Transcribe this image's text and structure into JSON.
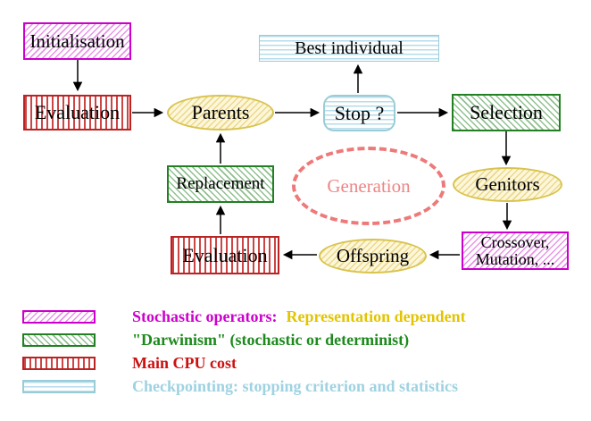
{
  "diagram": {
    "nodes": {
      "initialisation": {
        "label": "Initialisation"
      },
      "evaluation_top": {
        "label": "Evaluation"
      },
      "parents": {
        "label": "Parents"
      },
      "best_individual": {
        "label": "Best individual"
      },
      "stop": {
        "label": "Stop ?"
      },
      "selection": {
        "label": "Selection"
      },
      "genitors": {
        "label": "Genitors"
      },
      "crossover_mutation": {
        "line1": "Crossover,",
        "line2": "Mutation, ..."
      },
      "offspring": {
        "label": "Offspring"
      },
      "evaluation_bottom": {
        "label": "Evaluation"
      },
      "replacement": {
        "label": "Replacement"
      },
      "generation": {
        "label": "Generation"
      }
    },
    "arrows": [
      "initialisation-to-evaluation",
      "evaluation-to-parents",
      "parents-to-stop",
      "stop-to-best-individual",
      "stop-to-selection",
      "selection-to-genitors",
      "genitors-to-crossover-mutation",
      "crossover-mutation-to-offspring",
      "offspring-to-evaluation",
      "evaluation-to-replacement",
      "replacement-to-parents"
    ],
    "colors": {
      "magenta_border": "#cc00cc",
      "magenta_hatch": "#e795e7",
      "green_border": "#228022",
      "green_hatch": "#8fbf8f",
      "red_border": "#bb2222",
      "red_stripe": "#cc4545",
      "cyan_border": "#9accd8",
      "cyan_stripe": "#b6dcea",
      "yellow_border": "#d9c34e",
      "yellow_hatch": "#ebd88e",
      "salmon_dashed": "#ee7979",
      "arrow_black": "#000000"
    }
  },
  "legend": {
    "items": [
      {
        "swatch": "magenta-diagonal-hatch",
        "label": "Stochastic operators:",
        "label2": "Representation dependent",
        "label_color": "#cc00cc",
        "label2_color": "#e3c400"
      },
      {
        "swatch": "green-diagonal-hatch",
        "label": "\"Darwinism\" (stochastic or determinist)",
        "label_color": "#1d8a1d"
      },
      {
        "swatch": "red-vertical-stripes",
        "label": "Main CPU cost",
        "label_color": "#cc1111"
      },
      {
        "swatch": "cyan-horizontal-stripes",
        "label": "Checkpointing: stopping criterion and statistics",
        "label_color": "#9fd2e2"
      }
    ]
  }
}
